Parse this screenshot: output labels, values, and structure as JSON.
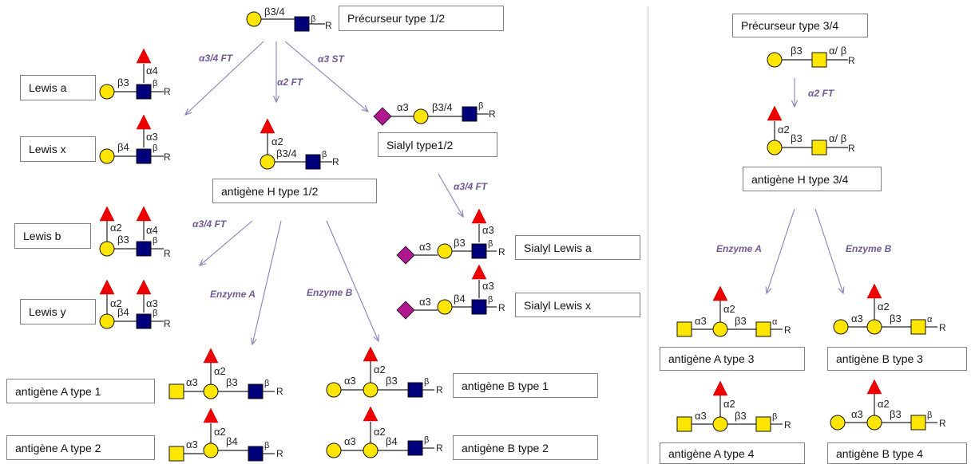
{
  "boxes": {
    "prec12": "Précurseur type 1/2",
    "prec34": "Précurseur type 3/4",
    "lewis_a": "Lewis a",
    "lewis_x": "Lewis x",
    "lewis_b": "Lewis b",
    "lewis_y": "Lewis y",
    "sialyl12": "Sialyl type1/2",
    "h12": "antigène H type 1/2",
    "h34": "antigène H type 3/4",
    "slea": "Sialyl Lewis a",
    "slex": "Sialyl Lewis x",
    "a1": "antigène A type 1",
    "a2": "antigène A type 2",
    "b1": "antigène B type 1",
    "b2": "antigène B type 2",
    "a3": "antigène A type 3",
    "b3": "antigène B type 3",
    "a4": "antigène A type 4",
    "b4": "antigène B type 4"
  },
  "enzymes": {
    "a34ft_1": "α3/4 FT",
    "a2ft_1": "α2 FT",
    "a3st": "α3 ST",
    "a34ft_2": "α3/4 FT",
    "a34ft_3": "α3/4 FT",
    "enzA_1": "Enzyme A",
    "enzB_1": "Enzyme B",
    "a2ft_2": "α2 FT",
    "enzA_2": "Enzyme A",
    "enzB_2": "Enzyme B"
  },
  "linkage_labels": {
    "a2": "α2",
    "a3": "α3",
    "a4": "α4",
    "b3": "β3",
    "b4": "β4",
    "b34": "β3/4",
    "b": "β",
    "a": "α",
    "ab": "α/ β",
    "R": "R"
  },
  "colors": {
    "galactose_yellow": "#ffe600",
    "glcnac_blue": "#00007a",
    "fucose_red": "#ee0000",
    "sialic_magenta": "#b0188f",
    "arrow": "#8a80b8",
    "enzyme_text": "#6f5a93"
  },
  "icons": {
    "circle": "galactose-icon",
    "blue_square": "glcnac-icon",
    "yellow_square": "galnac-icon",
    "triangle": "fucose-icon",
    "diamond": "sialic-acid-icon"
  }
}
